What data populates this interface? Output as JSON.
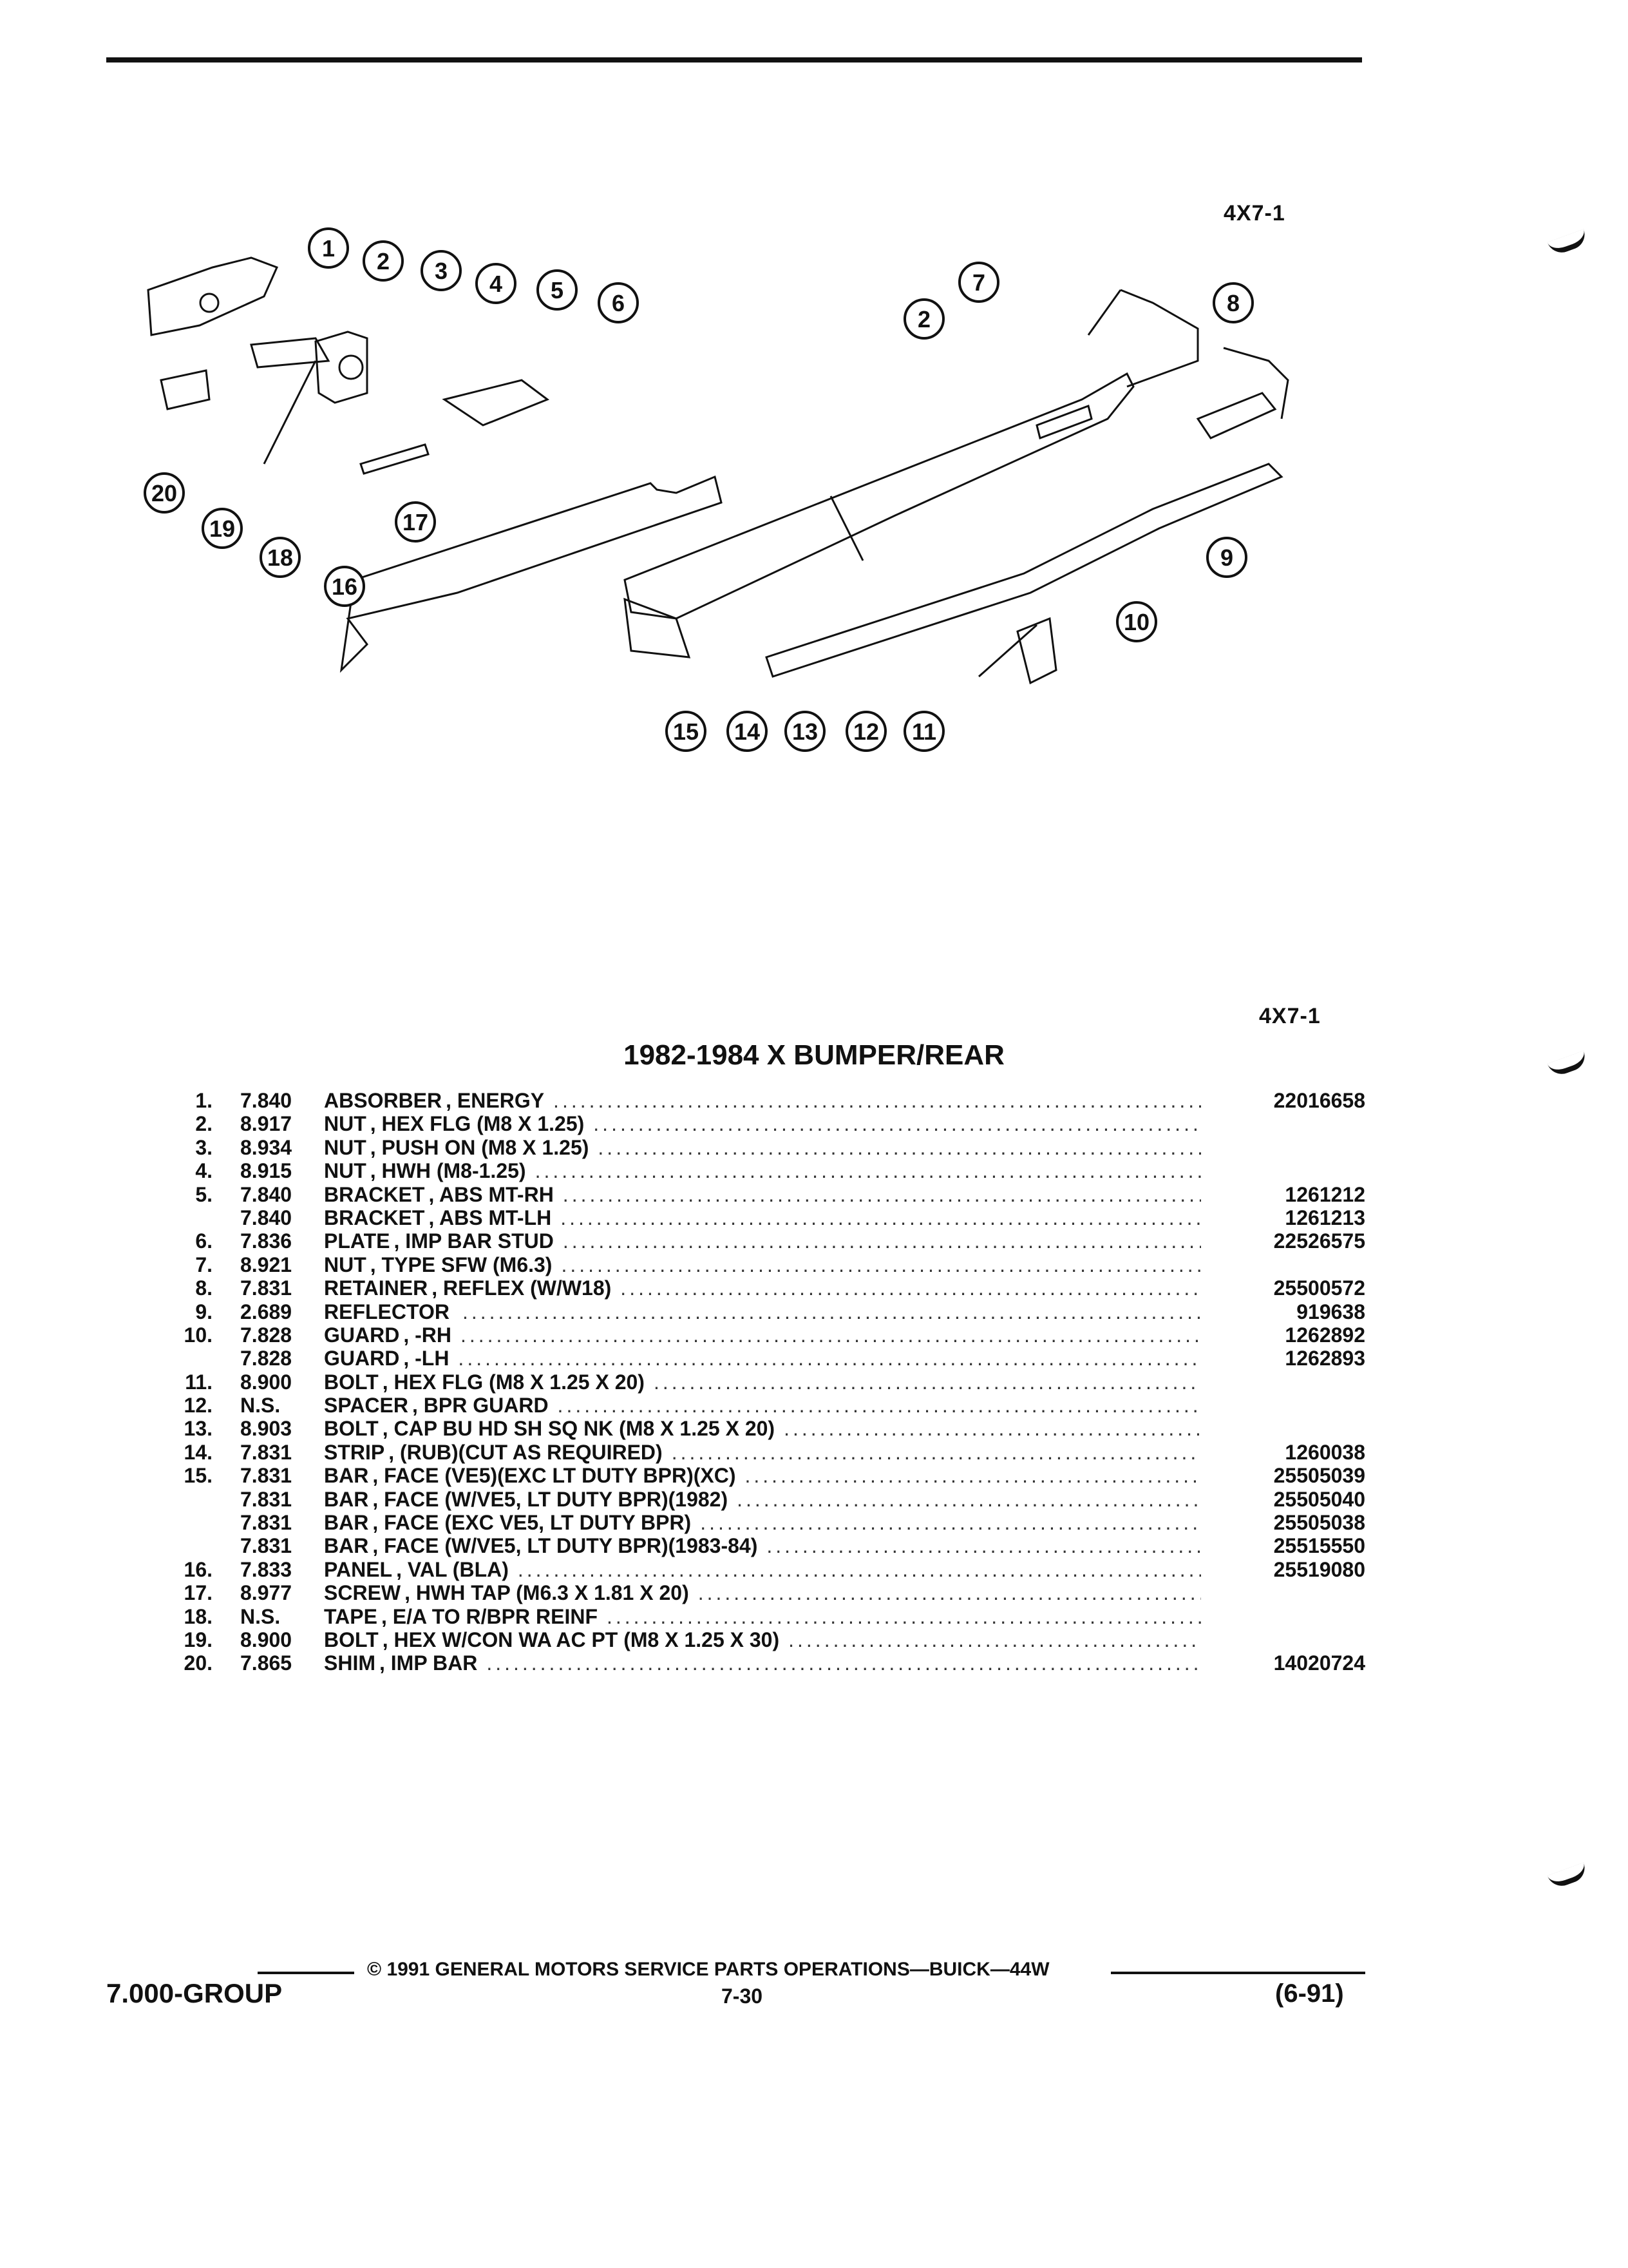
{
  "header": {
    "page_code_top": "4X7-1",
    "page_code_mid": "4X7-1"
  },
  "diagram": {
    "callouts": [
      "1",
      "2",
      "3",
      "4",
      "5",
      "6",
      "7",
      "2",
      "8",
      "20",
      "19",
      "18",
      "17",
      "16",
      "9",
      "10",
      "15",
      "14",
      "13",
      "12",
      "11"
    ]
  },
  "title": "1982-1984 X BUMPER/REAR",
  "parts": [
    {
      "ref": "1.",
      "code": "7.840",
      "name": "ABSORBER",
      "desc": ", ENERGY",
      "part": "22016658"
    },
    {
      "ref": "2.",
      "code": "8.917",
      "name": "NUT",
      "desc": ", HEX FLG (M8 X 1.25)",
      "part": ""
    },
    {
      "ref": "3.",
      "code": "8.934",
      "name": "NUT",
      "desc": ", PUSH ON (M8 X 1.25)",
      "part": ""
    },
    {
      "ref": "4.",
      "code": "8.915",
      "name": "NUT",
      "desc": ", HWH (M8-1.25)",
      "part": ""
    },
    {
      "ref": "5.",
      "code": "7.840",
      "name": "BRACKET",
      "desc": ", ABS MT-RH",
      "part": "1261212"
    },
    {
      "ref": "",
      "code": "7.840",
      "name": "BRACKET",
      "desc": ", ABS MT-LH",
      "part": "1261213"
    },
    {
      "ref": "6.",
      "code": "7.836",
      "name": "PLATE",
      "desc": ", IMP BAR STUD",
      "part": "22526575"
    },
    {
      "ref": "7.",
      "code": "8.921",
      "name": "NUT",
      "desc": ", TYPE SFW (M6.3)",
      "part": ""
    },
    {
      "ref": "8.",
      "code": "7.831",
      "name": "RETAINER",
      "desc": ", REFLEX (W/W18)",
      "part": "25500572"
    },
    {
      "ref": "9.",
      "code": "2.689",
      "name": "REFLECTOR",
      "desc": "",
      "part": "919638"
    },
    {
      "ref": "10.",
      "code": "7.828",
      "name": "GUARD",
      "desc": ", -RH",
      "part": "1262892"
    },
    {
      "ref": "",
      "code": "7.828",
      "name": "GUARD",
      "desc": ", -LH",
      "part": "1262893"
    },
    {
      "ref": "11.",
      "code": "8.900",
      "name": "BOLT",
      "desc": ", HEX FLG (M8 X 1.25 X 20)",
      "part": ""
    },
    {
      "ref": "12.",
      "code": "N.S.",
      "name": "SPACER",
      "desc": ", BPR GUARD",
      "part": ""
    },
    {
      "ref": "13.",
      "code": "8.903",
      "name": "BOLT",
      "desc": ", CAP BU HD SH SQ NK (M8 X 1.25 X 20)",
      "part": ""
    },
    {
      "ref": "14.",
      "code": "7.831",
      "name": "STRIP",
      "desc": ", (RUB)(CUT AS REQUIRED)",
      "part": "1260038"
    },
    {
      "ref": "15.",
      "code": "7.831",
      "name": "BAR",
      "desc": ", FACE (VE5)(EXC LT DUTY BPR)(XC)",
      "part": "25505039"
    },
    {
      "ref": "",
      "code": "7.831",
      "name": "BAR",
      "desc": ", FACE (W/VE5, LT DUTY BPR)(1982)",
      "part": "25505040"
    },
    {
      "ref": "",
      "code": "7.831",
      "name": "BAR",
      "desc": ", FACE (EXC VE5, LT DUTY BPR)",
      "part": "25505038"
    },
    {
      "ref": "",
      "code": "7.831",
      "name": "BAR",
      "desc": ", FACE (W/VE5, LT DUTY BPR)(1983-84)",
      "part": "25515550"
    },
    {
      "ref": "16.",
      "code": "7.833",
      "name": "PANEL",
      "desc": ", VAL (BLA)",
      "part": "25519080"
    },
    {
      "ref": "17.",
      "code": "8.977",
      "name": "SCREW",
      "desc": ", HWH TAP (M6.3 X 1.81 X 20)",
      "part": ""
    },
    {
      "ref": "18.",
      "code": "N.S.",
      "name": "TAPE",
      "desc": ", E/A TO R/BPR REINF",
      "part": ""
    },
    {
      "ref": "19.",
      "code": "8.900",
      "name": "BOLT",
      "desc": ", HEX W/CON WA AC PT (M8 X 1.25 X 30)",
      "part": ""
    },
    {
      "ref": "20.",
      "code": "7.865",
      "name": "SHIM",
      "desc": ", IMP BAR",
      "part": "14020724"
    }
  ],
  "footer": {
    "copyright": "© 1991 GENERAL MOTORS SERVICE PARTS OPERATIONS—BUICK—44W",
    "group": "7.000-GROUP",
    "page_number": "7-30",
    "date_code": "(6-91)"
  }
}
